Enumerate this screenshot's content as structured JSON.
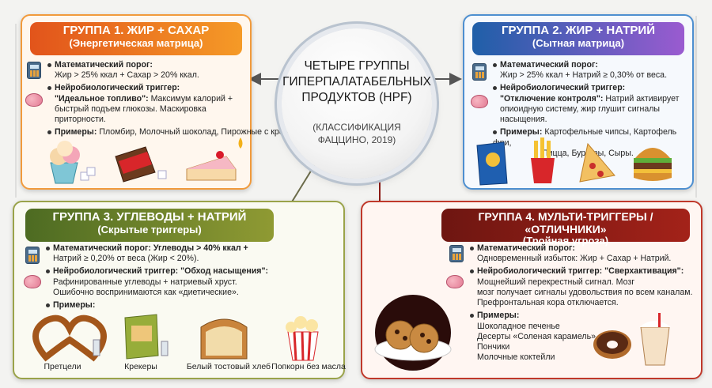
{
  "center": {
    "title_lines": [
      "ЧЕТЫРЕ ГРУППЫ",
      "ГИПЕРПАЛАТАБЕЛЬНЫХ",
      "ПРОДУКТОВ (HPF)"
    ],
    "subtitle_lines": [
      "(КЛАССИФИКАЦИЯ",
      "ФАЦЦИНО, 2019)"
    ]
  },
  "group1": {
    "title": "ГРУППА 1. ЖИР + САХАР",
    "subtitle": "(Энергетическая матрица)",
    "color": "#e2541b",
    "threshold_label": "Математический порог:",
    "threshold_value": "Жир > 25% ккал + Сахар > 20% ккал.",
    "trigger_label": "Нейробиологический триггер:",
    "trigger_name": "\"Идеальное топливо\":",
    "trigger_text": "Максимум калорий +",
    "trigger_text2": "быстрый подъем глюкозы. Маскировка приторности.",
    "examples_label": "Примеры:",
    "examples_text": "Пломбир, Молочный шоколад, Пирожные с кремом",
    "foods": [
      "ice-cream-icon",
      "chocolate-icon",
      "cake-icon"
    ]
  },
  "group2": {
    "title": "ГРУППА 2. ЖИР + НАТРИЙ",
    "subtitle": "(Сытная матрица)",
    "color": "#2a72b8",
    "threshold_label": "Математический порог:",
    "threshold_value": "Жир > 25% ккал + Натрий ≥ 0,30% от веса.",
    "trigger_label": "Нейробиологический триггер:",
    "trigger_name": "\"Отключение контроля\":",
    "trigger_text": "Натрий активирует",
    "trigger_text2": "опиоидную систему, жир глушит сигналы насыщения.",
    "examples_label": "Примеры:",
    "examples_text": "Картофельные чипсы, Картофель фри,",
    "examples_text2": "Пицца, Бургеры, Сыры.",
    "foods": [
      "chips-icon",
      "fries-icon",
      "pizza-icon",
      "burger-icon"
    ]
  },
  "group3": {
    "title": "ГРУППА 3. УГЛЕВОДЫ + НАТРИЙ",
    "subtitle": "(Скрытые триггеры)",
    "color": "#5f7a2e",
    "threshold_label": "Математический порог:",
    "threshold_value": "Углеводы > 40% ккал +",
    "threshold_value2": "Натрий ≥ 0,20% от веса (Жир < 20%).",
    "trigger_label": "Нейробиологический триггер: \"Обход насыщения\":",
    "trigger_text": "Рафинированные углеводы + натриевый хруст.",
    "trigger_text2": "Ошибочно воспринимаются как «диетические».",
    "examples_label": "Примеры:",
    "food_labels": [
      "Претцели",
      "Крекеры",
      "Белый тостовый хлеб",
      "Попкорн без масла"
    ]
  },
  "group4": {
    "title": "ГРУППА 4. МУЛЬТИ-ТРИГГЕРЫ / «ОТЛИЧНИКИ»",
    "subtitle": "(Тройная угроза)",
    "color": "#8c1c16",
    "threshold_label": "Математический порог:",
    "threshold_value": "Одновременный избыток: Жир + Сахар + Натрий.",
    "trigger_label": "Нейробиологический триггер: \"Сверхактивация\":",
    "trigger_text": "Мощнейший перекрестный сигнал. Мозг",
    "trigger_text2": "мозг получает сигналы удовольствия по всем каналам.",
    "trigger_text3": "Префронтальная кора отключается.",
    "examples_label": "Примеры:",
    "examples": [
      "Шоколадное печенье",
      "Десерты «Соленая карамель»",
      "Пончики",
      "Молочные коктейли"
    ]
  }
}
